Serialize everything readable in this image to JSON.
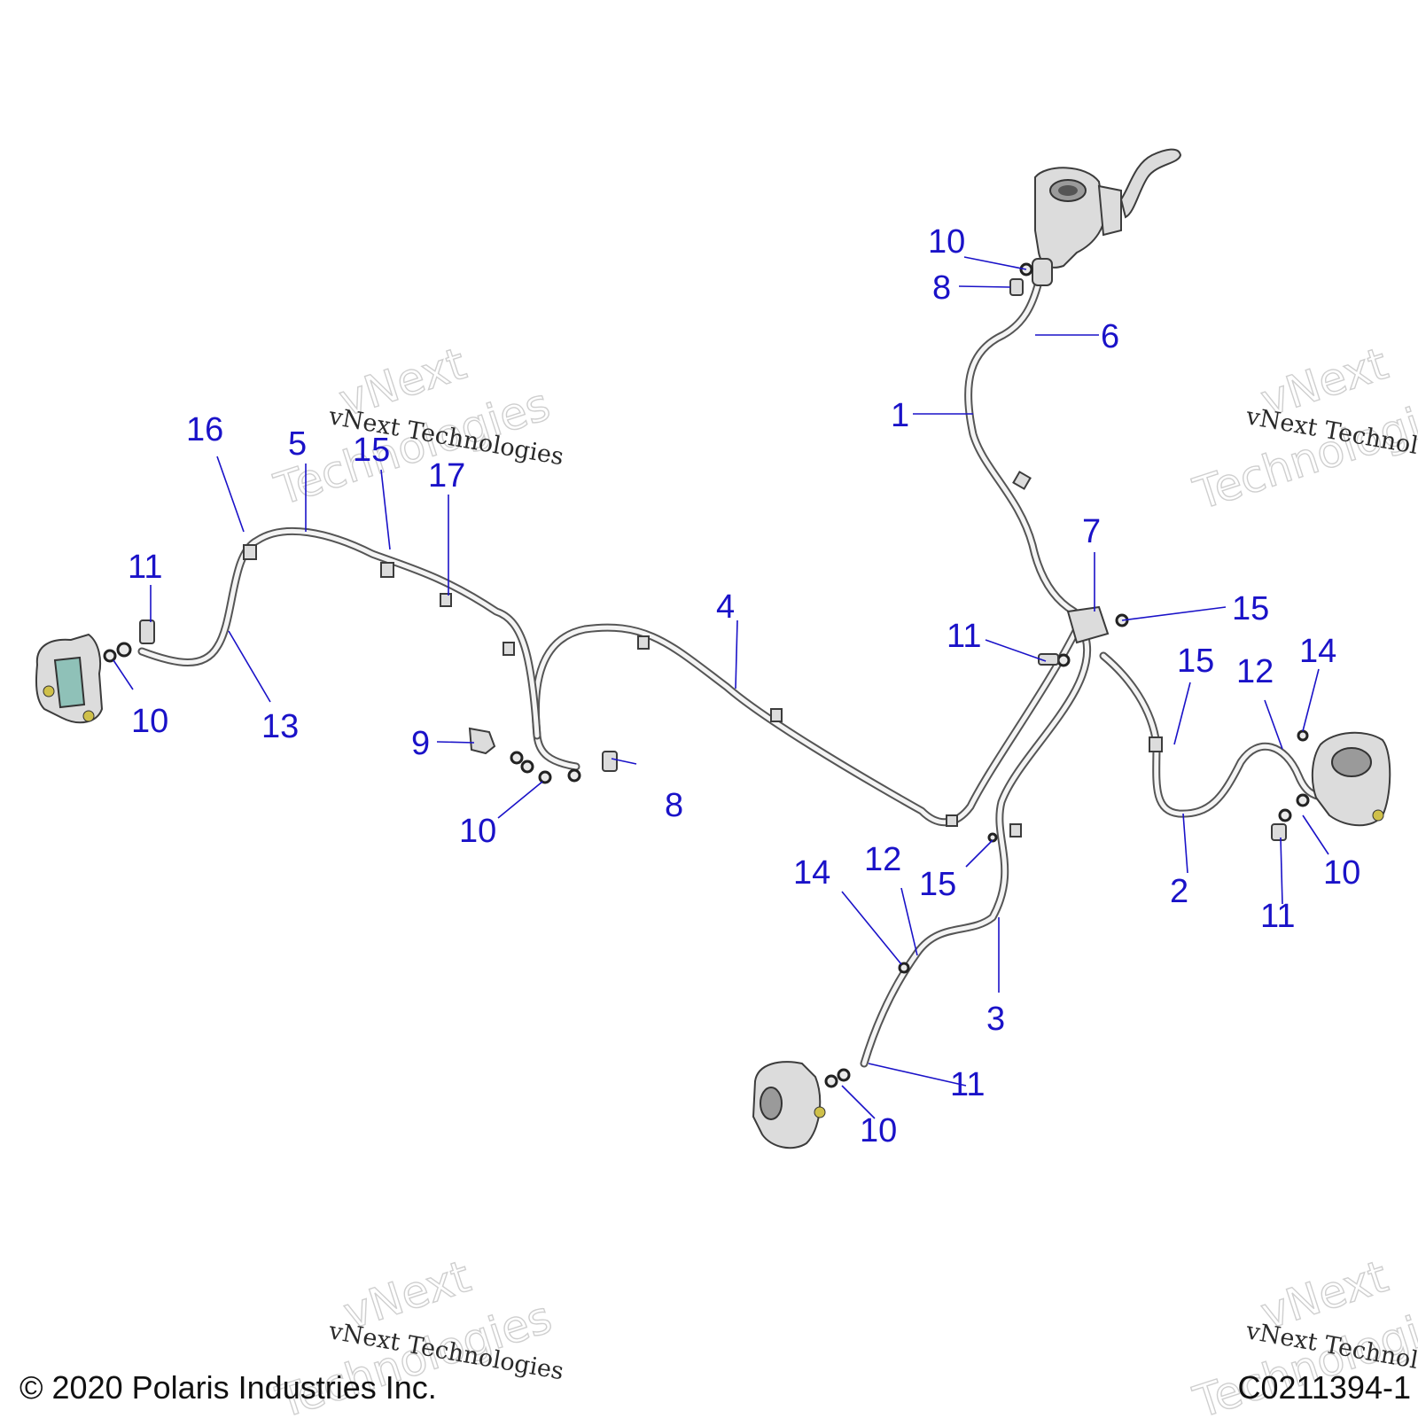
{
  "watermark": {
    "line1": "vNext",
    "line2": "Technologies",
    "mono": "vNext Technologies"
  },
  "footer": {
    "copyright": "© 2020 Polaris Industries Inc.",
    "figure_id": "C0211394-1"
  },
  "callouts": {
    "c1": "1",
    "c2": "2",
    "c3": "3",
    "c4": "4",
    "c5": "5",
    "c6": "6",
    "c7": "7",
    "c8a": "8",
    "c8b": "8",
    "c9": "9",
    "c10a": "10",
    "c10b": "10",
    "c10c": "10",
    "c10d": "10",
    "c10e": "10",
    "c11a": "11",
    "c11b": "11",
    "c11c": "11",
    "c11d": "11",
    "c12a": "12",
    "c12b": "12",
    "c13": "13",
    "c14a": "14",
    "c14b": "14",
    "c15a": "15",
    "c15b": "15",
    "c15c": "15",
    "c15d": "15",
    "c16": "16",
    "c17": "17"
  }
}
